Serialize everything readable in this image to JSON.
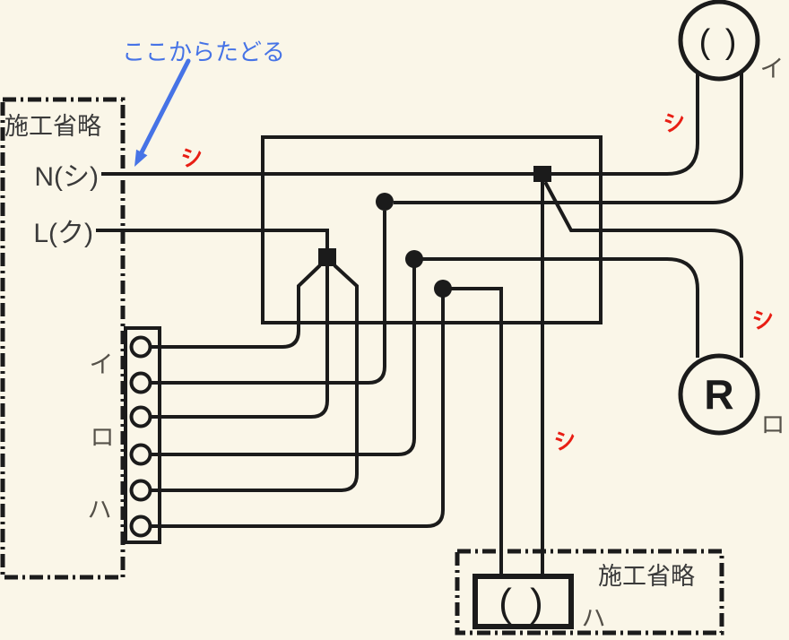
{
  "colors": {
    "background": "#faf6e8",
    "line": "#1b1b1b",
    "text": "#3a3a3a",
    "label": "#555149",
    "wire_label_red": "#e81e14",
    "annotation_blue": "#4673e6"
  },
  "annotation": {
    "text": "ここからたどる"
  },
  "source_panel": {
    "label": "施工省略",
    "neutral_label": "N(シ)",
    "live_label": "L(ク)"
  },
  "switch_strip": {
    "labels": [
      "イ",
      "ロ",
      "ハ"
    ],
    "terminal_count": 6
  },
  "wire_labels": {
    "neutral": "シ",
    "to_lamp_i": "シ",
    "to_lamp_ro": "シ",
    "to_lamp_ha": "シ"
  },
  "devices": {
    "lamp_i": {
      "symbol": "( )",
      "label": "イ"
    },
    "lamp_ro": {
      "symbol": "R",
      "label": "ロ"
    },
    "lamp_ha": {
      "symbol": "( )",
      "label": "ハ"
    }
  },
  "bottom_panel": {
    "label": "施工省略"
  }
}
